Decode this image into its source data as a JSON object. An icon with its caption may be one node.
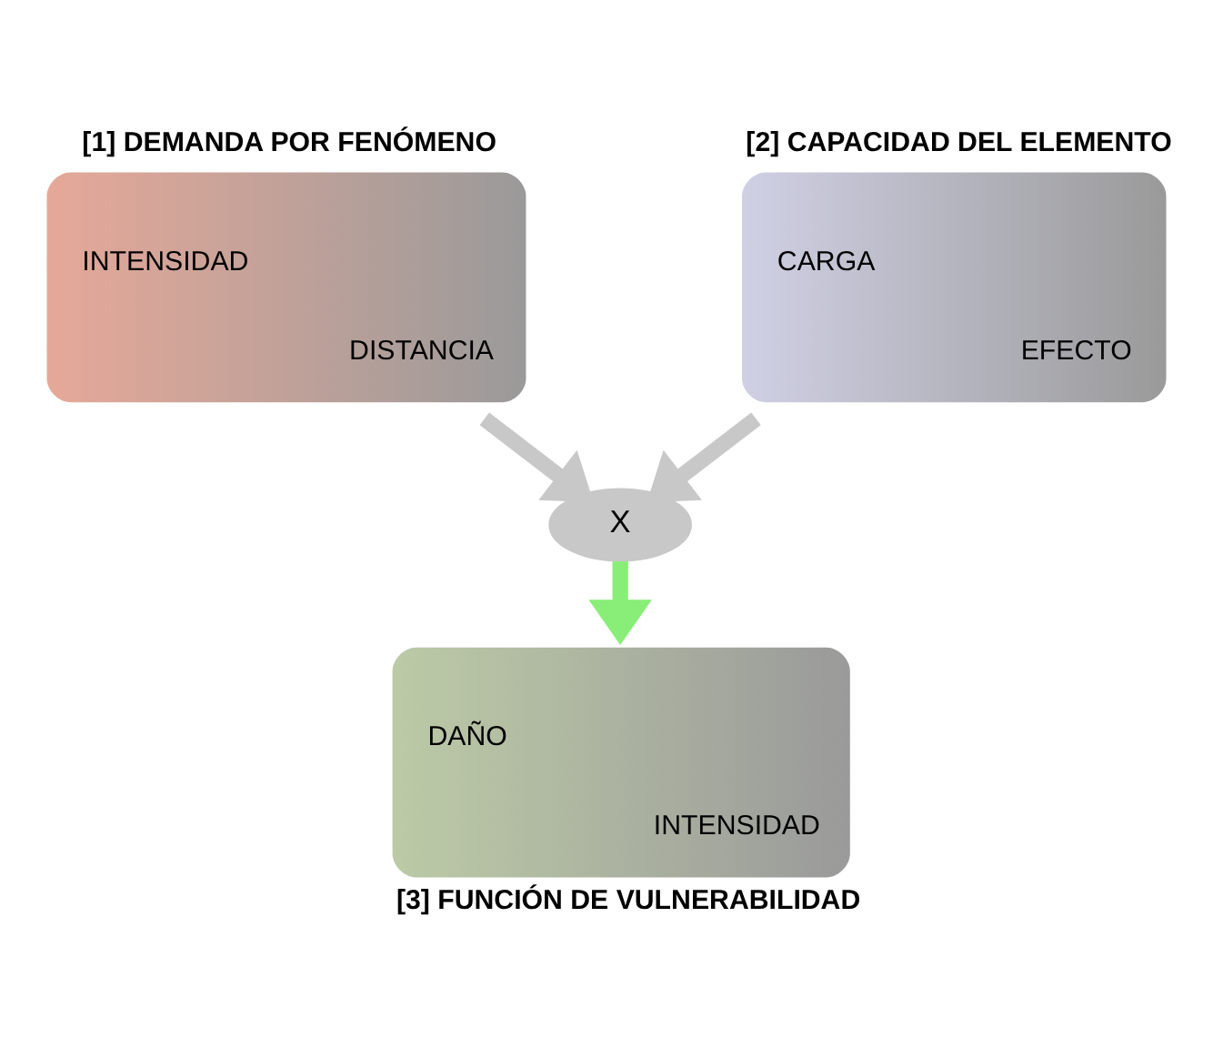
{
  "diagram": {
    "nodes": [
      {
        "text": [
          "[1] DEMANDA POR FENÓMENO",
          "INTENSIDAD",
          "DISTANCIA"
        ]
      },
      {
        "text": [
          "[2] CAPACIDAD DEL ELEMENTO",
          "CARGA",
          "EFECTO"
        ]
      },
      {
        "text": [
          "X"
        ]
      },
      {
        "text": [
          "DAÑO",
          "INTENSIDAD",
          "[3] FUNCIÓN DE VULNERABILIDAD"
        ]
      }
    ],
    "edges": [
      {
        "from": 0,
        "to": 2,
        "arrow": "to"
      },
      {
        "from": 1,
        "to": 2,
        "arrow": "to"
      },
      {
        "from": 2,
        "to": 3,
        "arrow": "to",
        "color": "#88ee77"
      }
    ]
  }
}
